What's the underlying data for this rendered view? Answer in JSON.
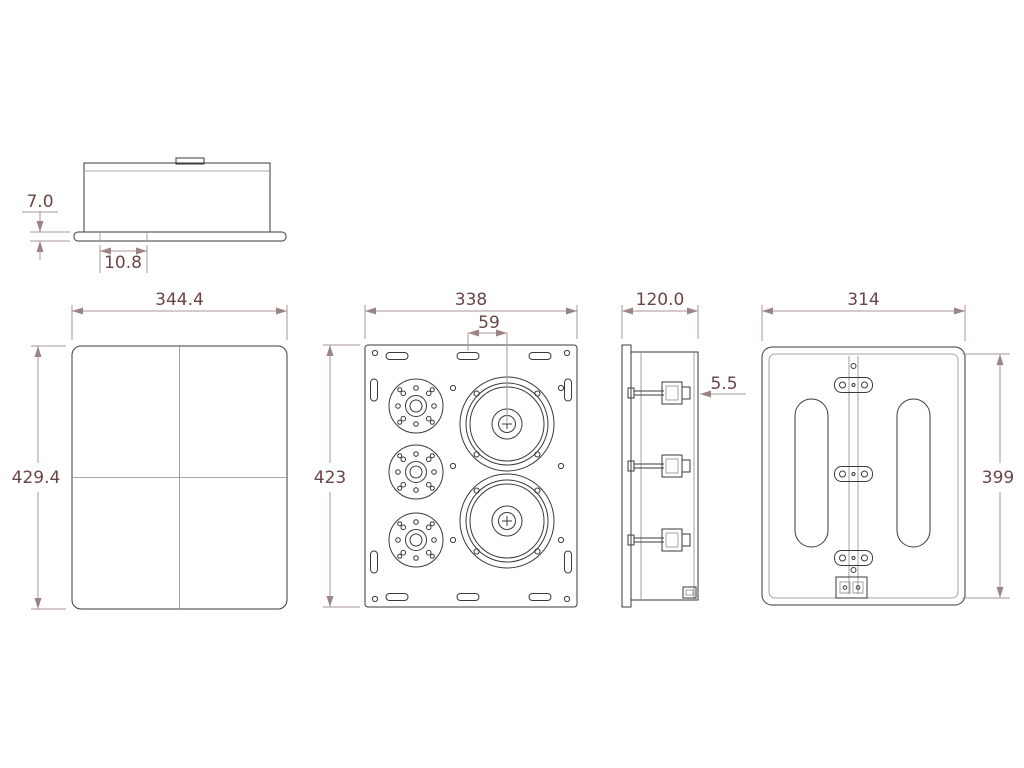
{
  "dimensions": {
    "top_view": {
      "lip_height": "7.0",
      "lip_inset": "10.8"
    },
    "grille_view": {
      "width": "344.4",
      "height": "429.4"
    },
    "front_view": {
      "width": "338",
      "center_offset": "59",
      "height": "423"
    },
    "side_view": {
      "depth": "120.0",
      "lip_gap": "5.5"
    },
    "rear_view": {
      "width": "314",
      "height": "399"
    }
  },
  "colors": {
    "drawing_line": "#3a3a3a",
    "dimension_line": "#ab9595",
    "dimension_text": "#6b4545",
    "background": "#ffffff"
  }
}
